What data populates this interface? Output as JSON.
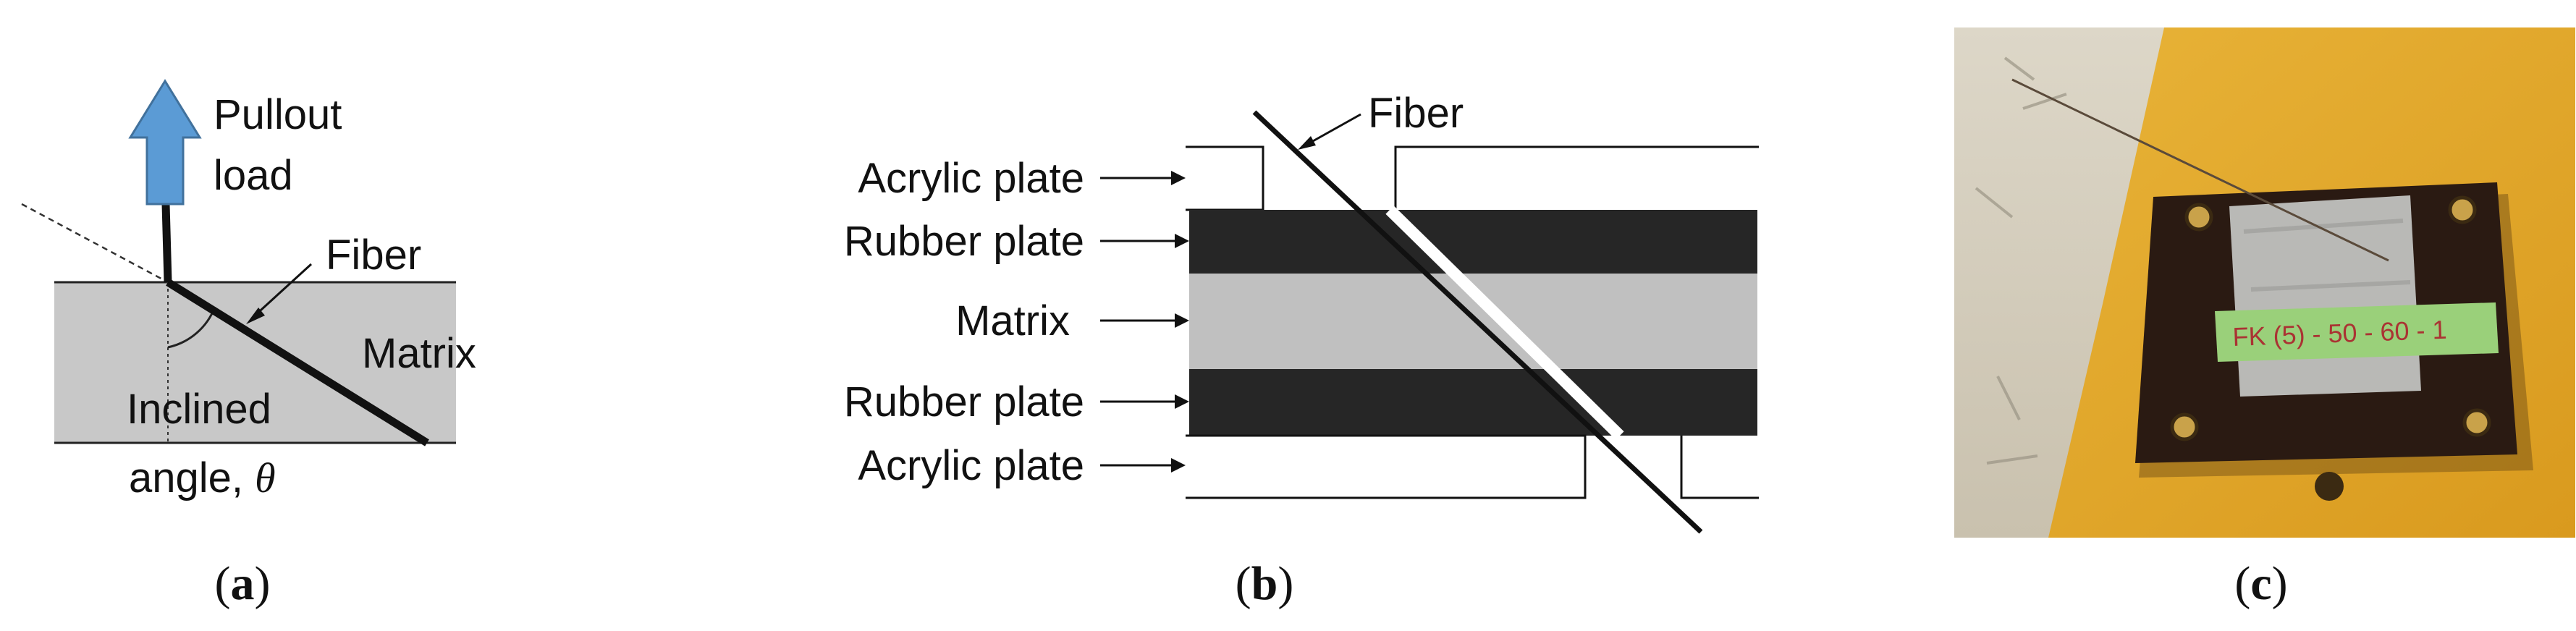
{
  "panel_a": {
    "load_label_line1": "Pullout",
    "load_label_line2": "load",
    "fiber_label": "Fiber",
    "matrix_label": "Matrix",
    "angle_label_line1": "Inclined",
    "angle_label_line2": "angle, ",
    "angle_symbol": "θ",
    "caption_open": "(",
    "caption_letter": "a",
    "caption_close": ")",
    "colors": {
      "matrix": "#c8c8c8",
      "arrow": "#5b9bd5",
      "arrow_edge": "#41719c",
      "fiber": "#111111"
    }
  },
  "panel_b": {
    "fiber_label": "Fiber",
    "layers": [
      {
        "label": "Acrylic plate"
      },
      {
        "label": "Rubber plate"
      },
      {
        "label": "Matrix"
      },
      {
        "label": "Rubber plate"
      },
      {
        "label": "Acrylic plate"
      }
    ],
    "caption_open": "(",
    "caption_letter": "b",
    "caption_close": ")",
    "colors": {
      "rubber": "#262626",
      "matrix": "#c0c0c0",
      "acrylic": "#ffffff"
    }
  },
  "panel_c": {
    "specimen_tag": "FK (5) - 50 - 60 - 1",
    "caption_open": "(",
    "caption_letter": "c",
    "caption_close": ")",
    "colors": {
      "background_yellow": "#e3aa2a",
      "paper": "#d6d0c2",
      "frame": "#2a1a12",
      "matrix": "#b9b9b6",
      "tag": "#9ad07a"
    }
  }
}
